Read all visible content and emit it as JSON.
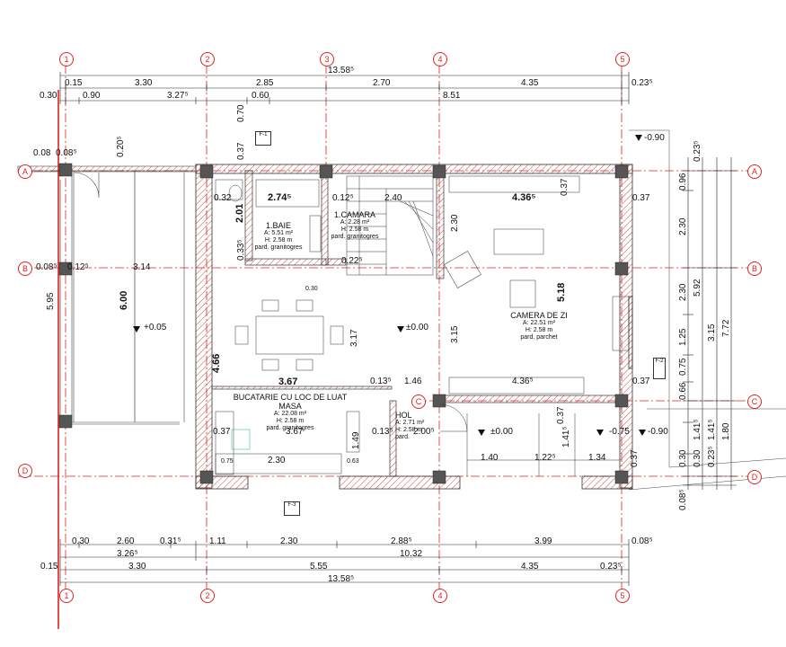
{
  "grid": {
    "columns": [
      "1",
      "2",
      "3",
      "4",
      "5"
    ],
    "rows": [
      "A",
      "B",
      "C",
      "D"
    ]
  },
  "dims_top": {
    "overall": "13.58⁵",
    "row1": [
      "0.15",
      "3.30",
      "2.85",
      "2.70",
      "4.35",
      "0.23⁵"
    ],
    "row2": [
      "0.30",
      "0.90",
      "3.27⁵",
      "0.60",
      "8.51"
    ]
  },
  "dims_bottom": {
    "row1": [
      "0.30",
      "2.60",
      "0.31⁵",
      "1.11",
      "2.30",
      "2.88⁵",
      "3.99",
      "0.08⁵"
    ],
    "row2": [
      "3.26⁵",
      "10.32"
    ],
    "row3": [
      "0.15",
      "3.30",
      "5.55",
      "4.35",
      "0.23⁵"
    ],
    "overall": "13.58⁵"
  },
  "dims_right": {
    "col1": [
      "0.96",
      "2.30",
      "2.30",
      "1.25",
      "0.75",
      "0.66",
      "0.30",
      "0.08⁵"
    ],
    "col2": [
      "0.23⁵",
      "5.92",
      "1.41⁵",
      "0.30"
    ],
    "col3": [
      "3.15",
      "1.41⁵",
      "0.23⁵"
    ],
    "col4": [
      "7.72",
      "1.80"
    ]
  },
  "dims_left": {
    "a": "5.95",
    "b": "6.00"
  },
  "rooms": {
    "baie": {
      "name": "1.BAIE",
      "area": "A: 5.51 m²",
      "height": "H: 2.58 m",
      "floor": "pard. granitogres"
    },
    "camara": {
      "name": "1.CAMARA",
      "area": "A: 2.28 m²",
      "height": "H: 2.58 m",
      "floor": "pard. granitogres"
    },
    "camera": {
      "name": "CAMERA DE ZI",
      "area": "A: 22.51 m²",
      "height": "H: 2.58 m",
      "floor": "pard. parchet"
    },
    "bucatarie": {
      "name": "BUCATARIE CU LOC DE LUAT MASA",
      "area": "A: 22.08 m²",
      "height": "H: 2.58 m",
      "floor": "pard. granitogres"
    },
    "hol": {
      "name": "HOL",
      "area": "A: 2.71 m²",
      "height": "H: 2.58 m",
      "floor": "pard."
    }
  },
  "inner_dims": {
    "d_274": "2.74⁵",
    "d_012": "0.12⁵",
    "d_240": "2.40",
    "d_436a": "4.36⁵",
    "d_037a": "0.37",
    "d_032": "0.32",
    "d_201": "2.01",
    "d_033": "0.33⁵",
    "d_230": "2.30",
    "d_022": "0.22⁵",
    "d_367a": "3.67",
    "d_466": "4.66",
    "d_317": "3.17",
    "d_315": "3.15",
    "d_518": "5.18",
    "d_013": "0.13⁵",
    "d_146": "1.46",
    "d_436b": "4.36⁵",
    "d_037b": "0.37",
    "d_037c": "0.37",
    "d_367b": "3.67",
    "d_013b": "0.13⁵",
    "d_149": "1.49",
    "d_200": "2.00⁵",
    "d_140": "1.40",
    "d_122": "1.22⁵",
    "d_134": "1.34",
    "d_141": "1.41⁵",
    "d_037d": "0.37",
    "d_037e": "0.37",
    "d_012b": "0.12⁵",
    "d_314": "3.14",
    "d_008": "0.08",
    "d_0085": "0.08⁵",
    "d_020": "0.20⁵",
    "d_030": "0.30",
    "d_230b": "2.30",
    "d_063": "0.63",
    "d_075": "0.75",
    "d_037f": "0.37",
    "d_070": "0.70",
    "d_037g": "0.37"
  },
  "levels": {
    "l1": "+0.05",
    "l2": "±0.00",
    "l3": "±0.00",
    "l4": "-0.75",
    "l5": "-0.90",
    "l6": "-0.90"
  },
  "tags": {
    "f1": "F-1",
    "f2": "F-2",
    "f3": "F-3"
  },
  "colors": {
    "axis": "#d22222",
    "wall_hatch": "#c0392b",
    "column": "#555555"
  }
}
